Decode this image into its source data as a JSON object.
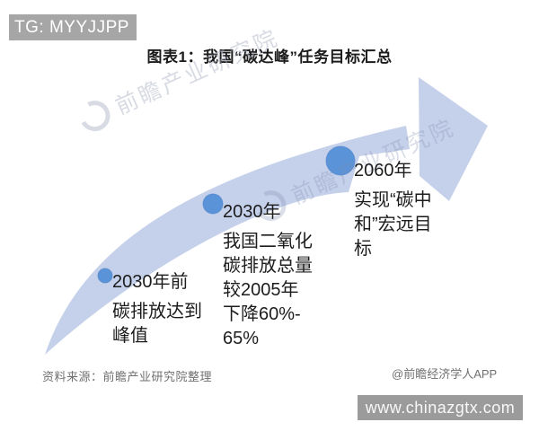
{
  "overlay": {
    "tg_banner": "TG: MYYJJPP",
    "url_bar": "www.chinazgtx.com"
  },
  "title": "图表1：我国“碳达峰”任务目标汇总",
  "watermark": {
    "text": "前瞻产业研究院"
  },
  "milestones": [
    {
      "year": "2030年前",
      "desc": "碳排放达到\n峰值"
    },
    {
      "year": "2030年",
      "desc": "我国二氧化\n碳排放总量\n较2005年\n下降60%-\n65%"
    },
    {
      "year": "2060年",
      "desc": "实现“碳中\n和”宏远目\n标"
    }
  ],
  "footer": {
    "source": "资料来源：前瞻产业研究院整理",
    "credit": "@前瞻经济学人APP"
  },
  "colors": {
    "arrow": "#c5d0ea",
    "dot": "#5b93d8",
    "dot_edge": "#4a82c8"
  }
}
